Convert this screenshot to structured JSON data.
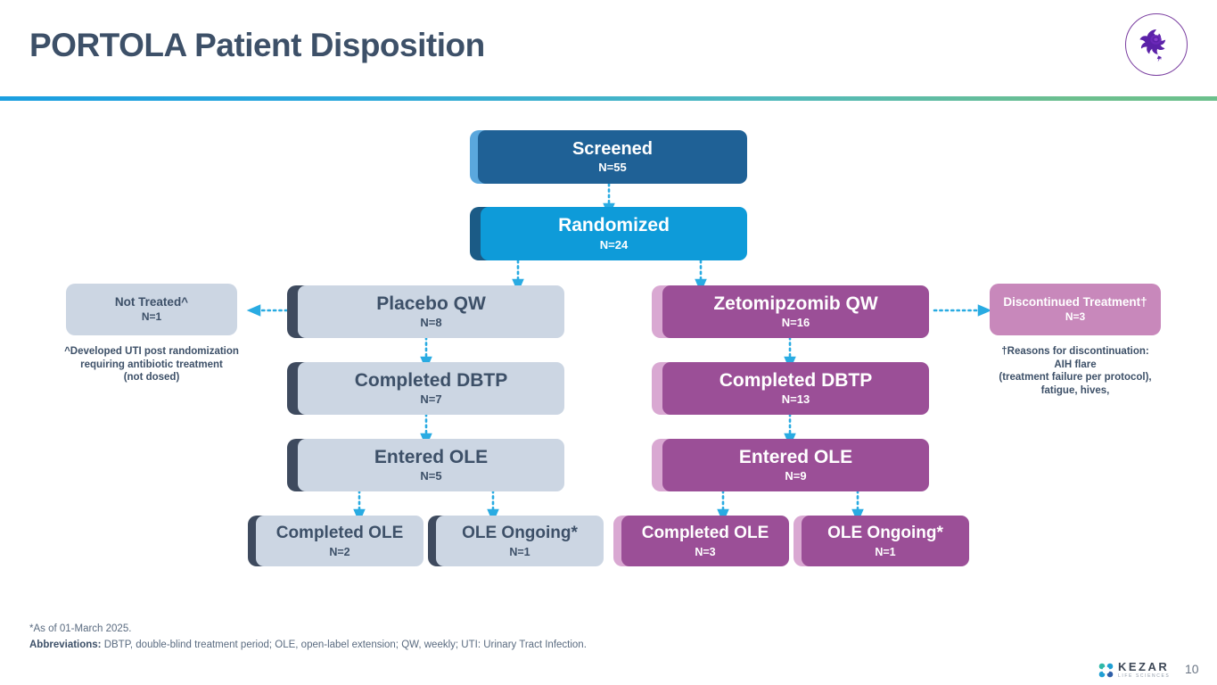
{
  "header": {
    "title": "PORTOLA Patient Disposition",
    "logo_name": "purple-rose-logo"
  },
  "flow": {
    "screened": {
      "label": "Screened",
      "n": "N=55"
    },
    "randomized": {
      "label": "Randomized",
      "n": "N=24"
    },
    "placebo": {
      "label": "Placebo QW",
      "n": "N=8"
    },
    "placebo_dbtp": {
      "label": "Completed DBTP",
      "n": "N=7"
    },
    "placebo_ole": {
      "label": "Entered OLE",
      "n": "N=5"
    },
    "placebo_ole_done": {
      "label": "Completed OLE",
      "n": "N=2"
    },
    "placebo_ole_on": {
      "label": "OLE Ongoing*",
      "n": "N=1"
    },
    "zeto": {
      "label": "Zetomipzomib QW",
      "n": "N=16"
    },
    "zeto_dbtp": {
      "label": "Completed DBTP",
      "n": "N=13"
    },
    "zeto_ole": {
      "label": "Entered OLE",
      "n": "N=9"
    },
    "zeto_ole_done": {
      "label": "Completed OLE",
      "n": "N=3"
    },
    "zeto_ole_on": {
      "label": "OLE Ongoing*",
      "n": "N=1"
    },
    "not_treated": {
      "label": "Not Treated^",
      "n": "N=1"
    },
    "discontinued": {
      "label": "Discontinued Treatment†",
      "n": "N=3"
    }
  },
  "notes": {
    "not_treated_note": "^Developed UTI post randomization\nrequiring antibiotic treatment\n(not dosed)",
    "discontinued_note": "†Reasons for discontinuation:\nAIH flare\n(treatment failure per protocol),\nfatigue, hives,"
  },
  "footer": {
    "as_of": "*As of 01-March 2025.",
    "abbrev_label": "Abbreviations:",
    "abbrev_text": " DBTP, double-blind treatment period; OLE, open-label extension; QW, weekly; UTI: Urinary Tract Infection.",
    "brand": "KEZAR",
    "brand_sub": "LIFE SCIENCES",
    "page_number": "10"
  },
  "colors": {
    "title": "#3d5068",
    "screened_body": "#1f6196",
    "randomized_body": "#0e9bd9",
    "grey_body": "#ccd6e3",
    "purple_body": "#9b4f97",
    "pink_body": "#c888bb",
    "accent_navy": "#3e4a5e",
    "arrow": "#29abe2",
    "divider_from": "#1b9fe0",
    "divider_to": "#6cc08c"
  }
}
